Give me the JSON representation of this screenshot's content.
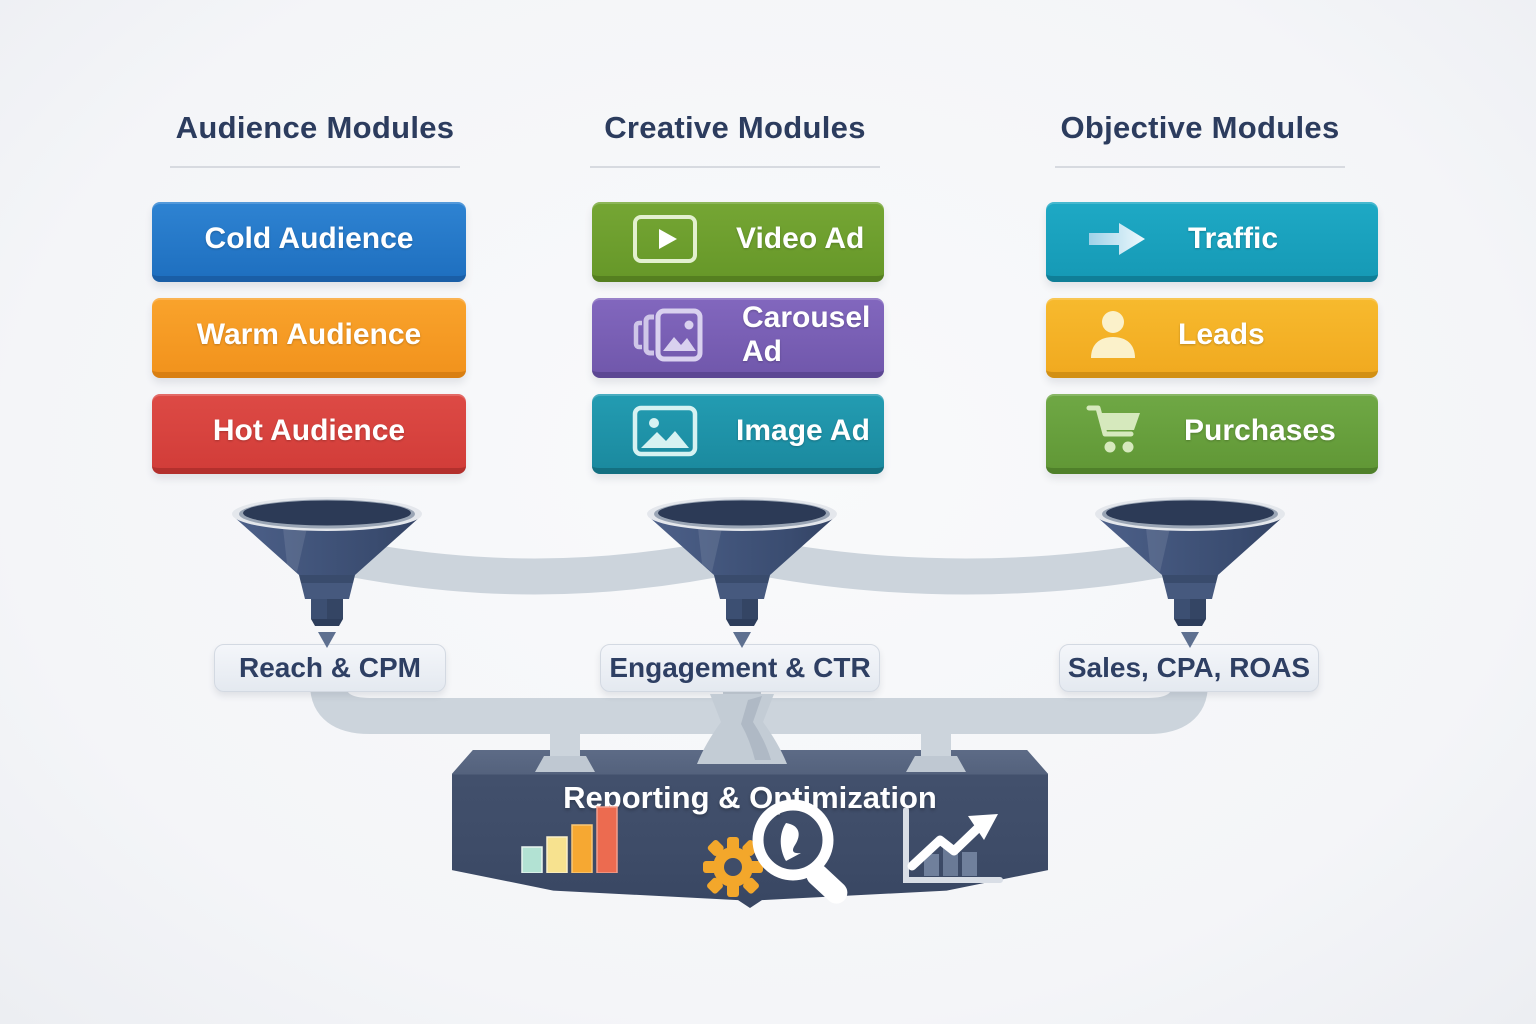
{
  "page": {
    "background": "#f6f7f9",
    "header_text_color": "#2c3c5e"
  },
  "columns": [
    {
      "header": "Audience Modules",
      "items": [
        {
          "label": "Cold Audience",
          "color": "#2478c8",
          "icon": null
        },
        {
          "label": "Warm Audience",
          "color": "#f79a24",
          "icon": null
        },
        {
          "label": "Hot Audience",
          "color": "#d9423e",
          "icon": null
        }
      ],
      "metric_label": "Reach & CPM"
    },
    {
      "header": "Creative Modules",
      "items": [
        {
          "label": "Video Ad",
          "color": "#6d9f2e",
          "icon": "video-play-icon"
        },
        {
          "label": "Carousel Ad",
          "color": "#7a5fb5",
          "icon": "carousel-icon"
        },
        {
          "label": "Image Ad",
          "color": "#2094a9",
          "icon": "image-icon"
        }
      ],
      "metric_label": "Engagement & CTR"
    },
    {
      "header": "Objective Modules",
      "items": [
        {
          "label": "Traffic",
          "color": "#1aa3bf",
          "icon": "arrow-right-icon"
        },
        {
          "label": "Leads",
          "color": "#f4b32b",
          "icon": "person-icon"
        },
        {
          "label": "Purchases",
          "color": "#69a23d",
          "icon": "cart-icon"
        }
      ],
      "metric_label": "Sales, CPA, ROAS"
    }
  ],
  "funnels": {
    "count": 3,
    "color": "#3f5174",
    "pipe_color": "#ccd4dc"
  },
  "footer": {
    "title": "Reporting & Optimization",
    "icons": [
      "bar-chart-icon",
      "gear-magnifier-icon",
      "trend-chart-icon"
    ],
    "box_color": "#3e4c68"
  }
}
